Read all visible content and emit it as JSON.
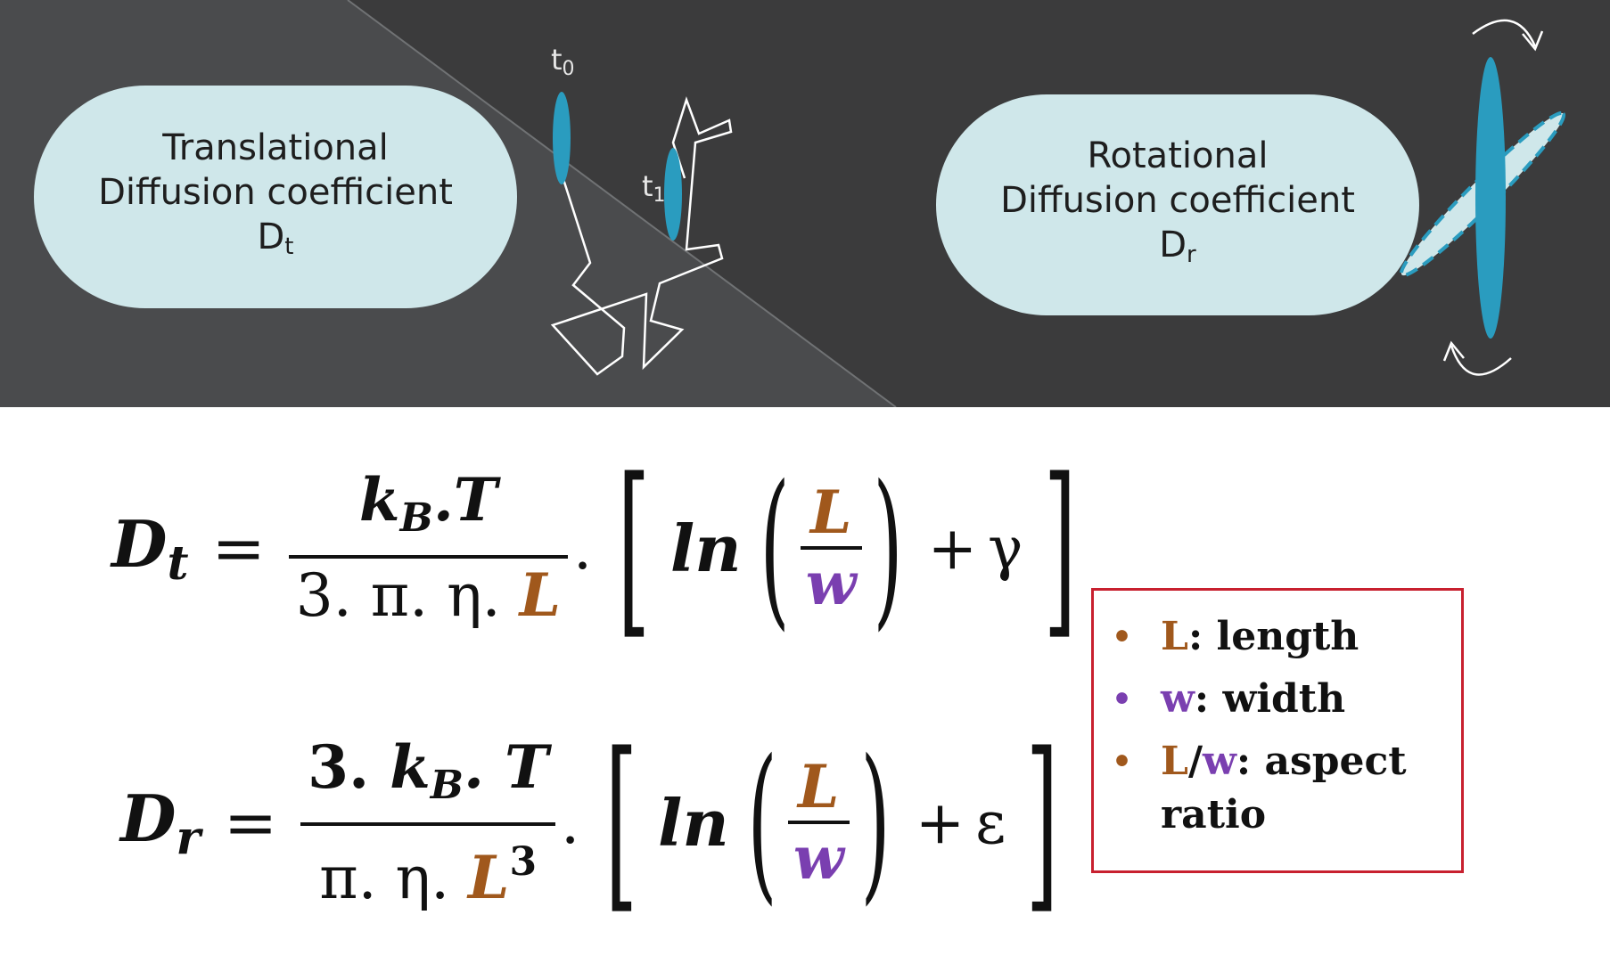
{
  "translational": {
    "line1": "Translational",
    "line2": "Diffusion coefficient",
    "symbol": "D",
    "subscript": "t",
    "t0_base": "t",
    "t0_sub": "0",
    "t1_base": "t",
    "t1_sub": "1"
  },
  "rotational": {
    "line1": "Rotational",
    "line2": "Diffusion coefficient",
    "symbol": "D",
    "subscript": "r"
  },
  "equation_t": {
    "lhs": "D",
    "lhs_sub": "t",
    "eq": "=",
    "num_k": "k",
    "num_k_sub": "B",
    "num_rest": ".T",
    "den_prefix": "3. π. η. ",
    "den_L": "L",
    "dot": ".",
    "lbracket": "[",
    "ln": "ln",
    "lparen": "(",
    "frac_num": "L",
    "frac_den": "w",
    "rparen": ")",
    "plus": "+",
    "const": "γ",
    "rbracket": "]"
  },
  "equation_r": {
    "lhs": "D",
    "lhs_sub": "r",
    "eq": "=",
    "num_prefix": "3. ",
    "num_k": "k",
    "num_k_sub": "B",
    "num_rest": ". T",
    "den_prefix": "π. η. ",
    "den_L": "L",
    "den_L_sup": "3",
    "dot": ".",
    "lbracket": "[",
    "ln": "ln",
    "lparen": "(",
    "frac_num": "L",
    "frac_den": "w",
    "rparen": ")",
    "plus": "+",
    "const": "ε",
    "rbracket": "]"
  },
  "legend": {
    "bullet": "•",
    "item1_key": "L",
    "item1_text": ": length",
    "item2_key": "w",
    "item2_text": ": width",
    "item3_key1": "L",
    "item3_slash": "/",
    "item3_key2": "w",
    "item3_text": ": aspect ratio"
  },
  "colors": {
    "dark_bg": "#3b3b3c",
    "light_bg": "#4a4b4d",
    "pill": "#cfe7ea",
    "particle": "#2a9cbf",
    "length": "#a0581c",
    "width": "#7a3fb0",
    "legend_border": "#c8202f"
  }
}
